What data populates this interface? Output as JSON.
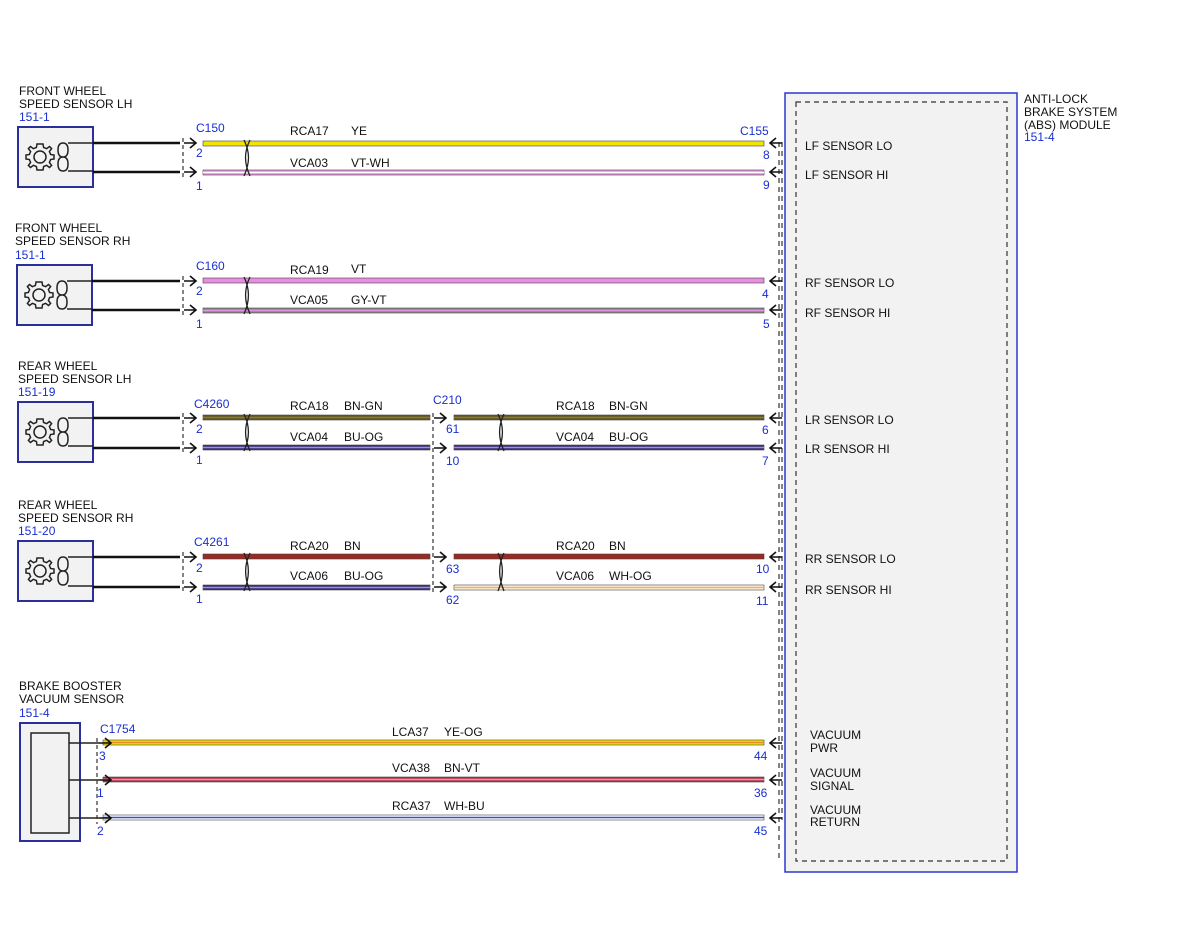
{
  "module": {
    "title_lines": [
      "ANTI-LOCK",
      "BRAKE SYSTEM",
      "(ABS) MODULE"
    ],
    "ref": "151-4"
  },
  "components": [
    {
      "id": "flh",
      "lines": [
        "FRONT WHEEL",
        "SPEED SENSOR LH"
      ],
      "ref": "151-1",
      "icon": "wheel-speed-sensor-icon"
    },
    {
      "id": "frh",
      "lines": [
        "FRONT WHEEL",
        "SPEED SENSOR RH"
      ],
      "ref": "151-1",
      "icon": "wheel-speed-sensor-icon"
    },
    {
      "id": "rlh",
      "lines": [
        "REAR WHEEL",
        "SPEED SENSOR LH"
      ],
      "ref": "151-19",
      "icon": "wheel-speed-sensor-icon"
    },
    {
      "id": "rrh",
      "lines": [
        "REAR WHEEL",
        "SPEED SENSOR RH"
      ],
      "ref": "151-20",
      "icon": "wheel-speed-sensor-icon"
    },
    {
      "id": "vac",
      "lines": [
        "BRAKE BOOSTER",
        "VACUUM SENSOR"
      ],
      "ref": "151-4",
      "icon": "vacuum-sensor-icon"
    }
  ],
  "connectors": {
    "C150": "C150",
    "C155": "C155",
    "C160": "C160",
    "C4260": "C4260",
    "C210": "C210",
    "C4261": "C4261",
    "C1754": "C1754"
  },
  "circuits": [
    {
      "circuit": "RCA17",
      "color_code": "YE",
      "from_pin": "2",
      "to_pin": "8",
      "module_label": "LF SENSOR LO",
      "colors": [
        "#f3e300"
      ]
    },
    {
      "circuit": "VCA03",
      "color_code": "VT-WH",
      "from_pin": "1",
      "to_pin": "9",
      "module_label": "LF SENSOR HI",
      "colors": [
        "#e78fe0",
        "#ffffff"
      ]
    },
    {
      "circuit": "RCA19",
      "color_code": "VT",
      "from_pin": "2",
      "to_pin": "4",
      "module_label": "RF SENSOR LO",
      "colors": [
        "#e78fe0"
      ]
    },
    {
      "circuit": "VCA05",
      "color_code": "GY-VT",
      "from_pin": "1",
      "to_pin": "5",
      "module_label": "RF SENSOR HI",
      "colors": [
        "#8a8a8a",
        "#e78fe0"
      ]
    },
    {
      "circuit": "RCA18",
      "color_code": "BN-GN",
      "from_pin": "2",
      "mid_in_pin": "61",
      "to_pin": "6",
      "module_label": "LR SENSOR LO",
      "colors": [
        "#7b4a1e",
        "#3aa13a"
      ]
    },
    {
      "circuit": "VCA04",
      "color_code": "BU-OG",
      "from_pin": "1",
      "mid_in_pin": "10",
      "to_pin": "7",
      "module_label": "LR SENSOR HI",
      "colors": [
        "#1f2cb5",
        "#f08a1c"
      ]
    },
    {
      "circuit": "RCA20",
      "color_code": "BN",
      "from_pin": "2",
      "mid_in_pin": "63",
      "to_pin": "10",
      "module_label": "RR SENSOR LO",
      "colors": [
        "#9a2a22"
      ]
    },
    {
      "circuit": "VCA06",
      "color_code": "BU-OG",
      "color_code_b": "WH-OG",
      "from_pin": "1",
      "mid_in_pin": "62",
      "to_pin": "11",
      "module_label": "RR SENSOR HI",
      "colors": [
        "#1f2cb5",
        "#f08a1c"
      ],
      "colors_b": [
        "#fff6e8",
        "#f0b060"
      ]
    },
    {
      "circuit": "LCA37",
      "color_code": "YE-OG",
      "from_pin": "3",
      "to_pin": "44",
      "module_label_lines": [
        "VACUUM",
        "PWR"
      ],
      "colors": [
        "#f3e300",
        "#f08a1c"
      ]
    },
    {
      "circuit": "VCA38",
      "color_code": "BN-VT",
      "from_pin": "1",
      "to_pin": "36",
      "module_label_lines": [
        "VACUUM",
        "SIGNAL"
      ],
      "colors": [
        "#b03238",
        "#e78fe0"
      ]
    },
    {
      "circuit": "RCA37",
      "color_code": "WH-BU",
      "from_pin": "2",
      "to_pin": "45",
      "module_label_lines": [
        "VACUUM",
        "RETURN"
      ],
      "colors": [
        "#ffffff",
        "#3a50d0"
      ]
    }
  ],
  "palette": {
    "frame_blue": "#2b2f9a",
    "module_border": "#2a38d0",
    "module_fill": "#f2f2f2",
    "pin_blue": "#1a2fd0"
  }
}
